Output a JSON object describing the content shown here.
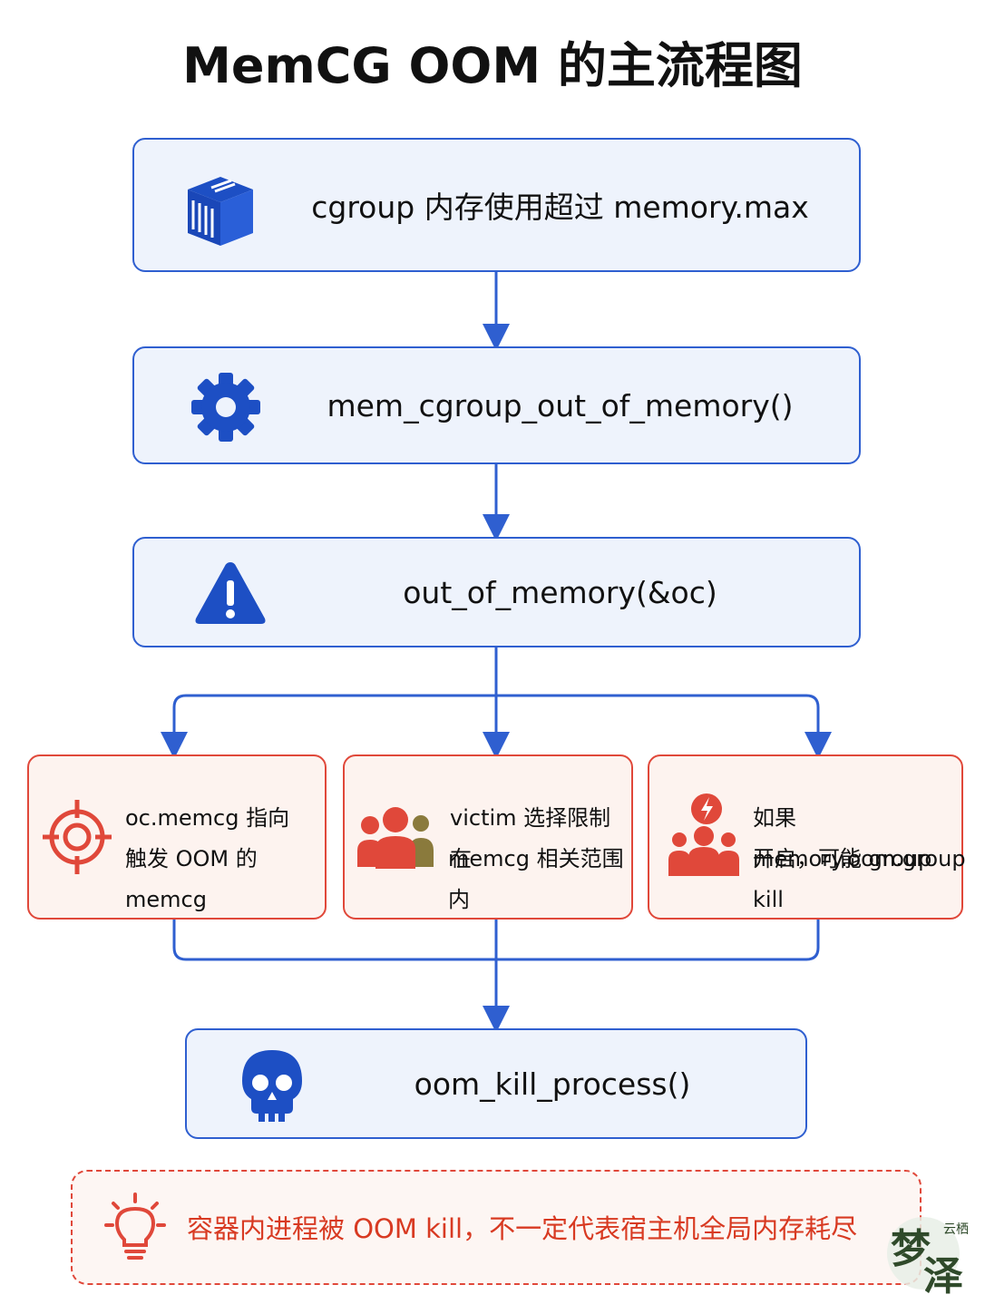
{
  "title": "MemCG OOM 的主流程图",
  "steps": {
    "cgroup": {
      "text": "cgroup 内存使用超过 memory.max",
      "icon": "container-icon"
    },
    "mem_cgroup_oom": {
      "text": "mem_cgroup_out_of_memory()",
      "icon": "gear-icon"
    },
    "out_of_memory": {
      "text": "out_of_memory(&oc)",
      "icon": "warning-icon"
    },
    "kill": {
      "text": "oom_kill_process()",
      "icon": "skull-icon"
    }
  },
  "branches": [
    {
      "line1": "oc.memcg 指向",
      "line2": "触发 OOM 的 memcg",
      "icon": "target-icon"
    },
    {
      "line1": "victim 选择限制在",
      "line2": "memcg 相关范围内",
      "icon": "users-icon"
    },
    {
      "line1": "如果 memory.oom.group",
      "line2": "开启，可能 group kill",
      "icon": "group-kill-icon"
    }
  ],
  "note": {
    "text": "容器内进程被 OOM kill，不一定代表宿主机全局内存耗尽",
    "icon": "lightbulb-icon"
  },
  "watermark": {
    "text": "梦泽",
    "small": "云栖"
  },
  "colors": {
    "blue": "#2f5fd0",
    "red": "#e0483a",
    "box_bg": "#eef3fc",
    "red_bg": "#fdf3ef"
  }
}
